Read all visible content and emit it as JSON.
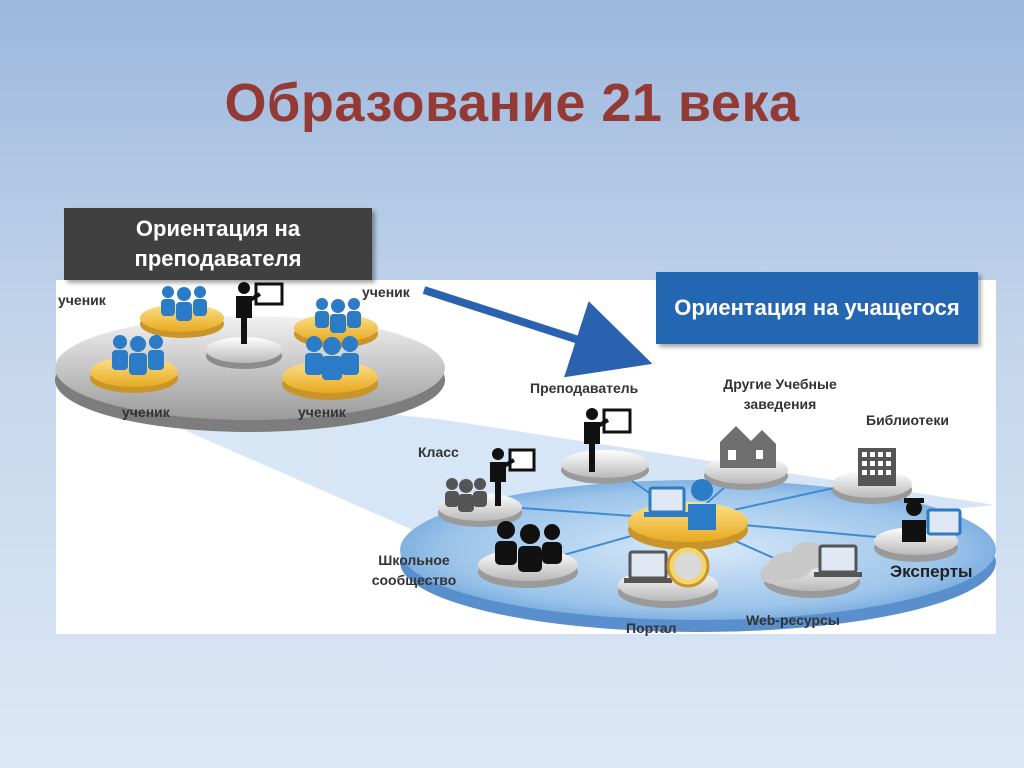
{
  "title": "Образование 21 века",
  "teacher_orientation": "Ориентация на преподавателя",
  "student_orientation": "Ориентация на учащегося",
  "left_cluster": {
    "student_top_left": "ученик",
    "student_top_right": "ученик",
    "student_bottom_left": "ученик",
    "student_bottom_right": "ученик"
  },
  "right_cluster": {
    "teacher": "Преподаватель",
    "other_institutions": "Другие Учебные заведения",
    "libraries": "Библиотеки",
    "class": "Класс",
    "school_community": "Школьное сообщество",
    "experts": "Эксперты",
    "portal": "Портал",
    "web_resources": "Web-ресурсы"
  },
  "icons": [
    "person-group-icon",
    "teacher-board-icon",
    "house-icon",
    "library-building-icon",
    "laptop-icon",
    "cloud-icon",
    "globe-icon",
    "expert-icon",
    "arrow-icon"
  ],
  "colors": {
    "title": "#943a35",
    "teacher_box": "#404040",
    "student_box": "#2366b2",
    "person_blue": "#2b7bc6",
    "platform_gold": "#f3c443"
  }
}
